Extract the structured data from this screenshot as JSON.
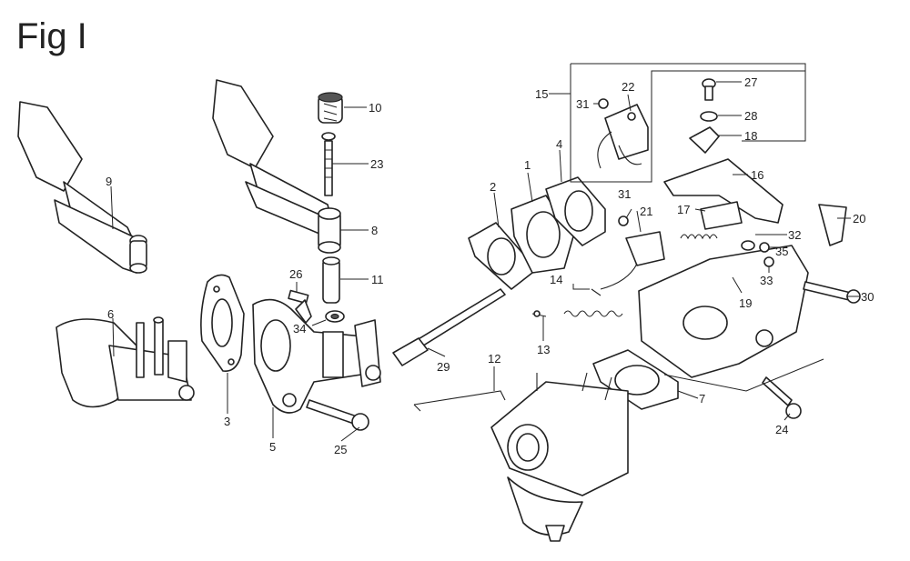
{
  "figure": {
    "title": "Fig I"
  },
  "callouts": [
    {
      "id": "c1",
      "label": "1"
    },
    {
      "id": "c2",
      "label": "2"
    },
    {
      "id": "c3",
      "label": "3"
    },
    {
      "id": "c4",
      "label": "4"
    },
    {
      "id": "c5",
      "label": "5"
    },
    {
      "id": "c6",
      "label": "6"
    },
    {
      "id": "c7",
      "label": "7"
    },
    {
      "id": "c8",
      "label": "8"
    },
    {
      "id": "c9",
      "label": "9"
    },
    {
      "id": "c10",
      "label": "10"
    },
    {
      "id": "c11",
      "label": "11"
    },
    {
      "id": "c12",
      "label": "12"
    },
    {
      "id": "c13",
      "label": "13"
    },
    {
      "id": "c14",
      "label": "14"
    },
    {
      "id": "c15",
      "label": "15"
    },
    {
      "id": "c16",
      "label": "16"
    },
    {
      "id": "c17",
      "label": "17"
    },
    {
      "id": "c18",
      "label": "18"
    },
    {
      "id": "c19",
      "label": "19"
    },
    {
      "id": "c20",
      "label": "20"
    },
    {
      "id": "c21",
      "label": "21"
    },
    {
      "id": "c22",
      "label": "22"
    },
    {
      "id": "c23",
      "label": "23"
    },
    {
      "id": "c24",
      "label": "24"
    },
    {
      "id": "c25",
      "label": "25"
    },
    {
      "id": "c26",
      "label": "26"
    },
    {
      "id": "c27",
      "label": "27"
    },
    {
      "id": "c28",
      "label": "28"
    },
    {
      "id": "c29",
      "label": "29"
    },
    {
      "id": "c30",
      "label": "30"
    },
    {
      "id": "c31a",
      "label": "31"
    },
    {
      "id": "c31b",
      "label": "31"
    },
    {
      "id": "c32",
      "label": "32"
    },
    {
      "id": "c33",
      "label": "33"
    },
    {
      "id": "c34",
      "label": "34"
    },
    {
      "id": "c35",
      "label": "35"
    }
  ]
}
